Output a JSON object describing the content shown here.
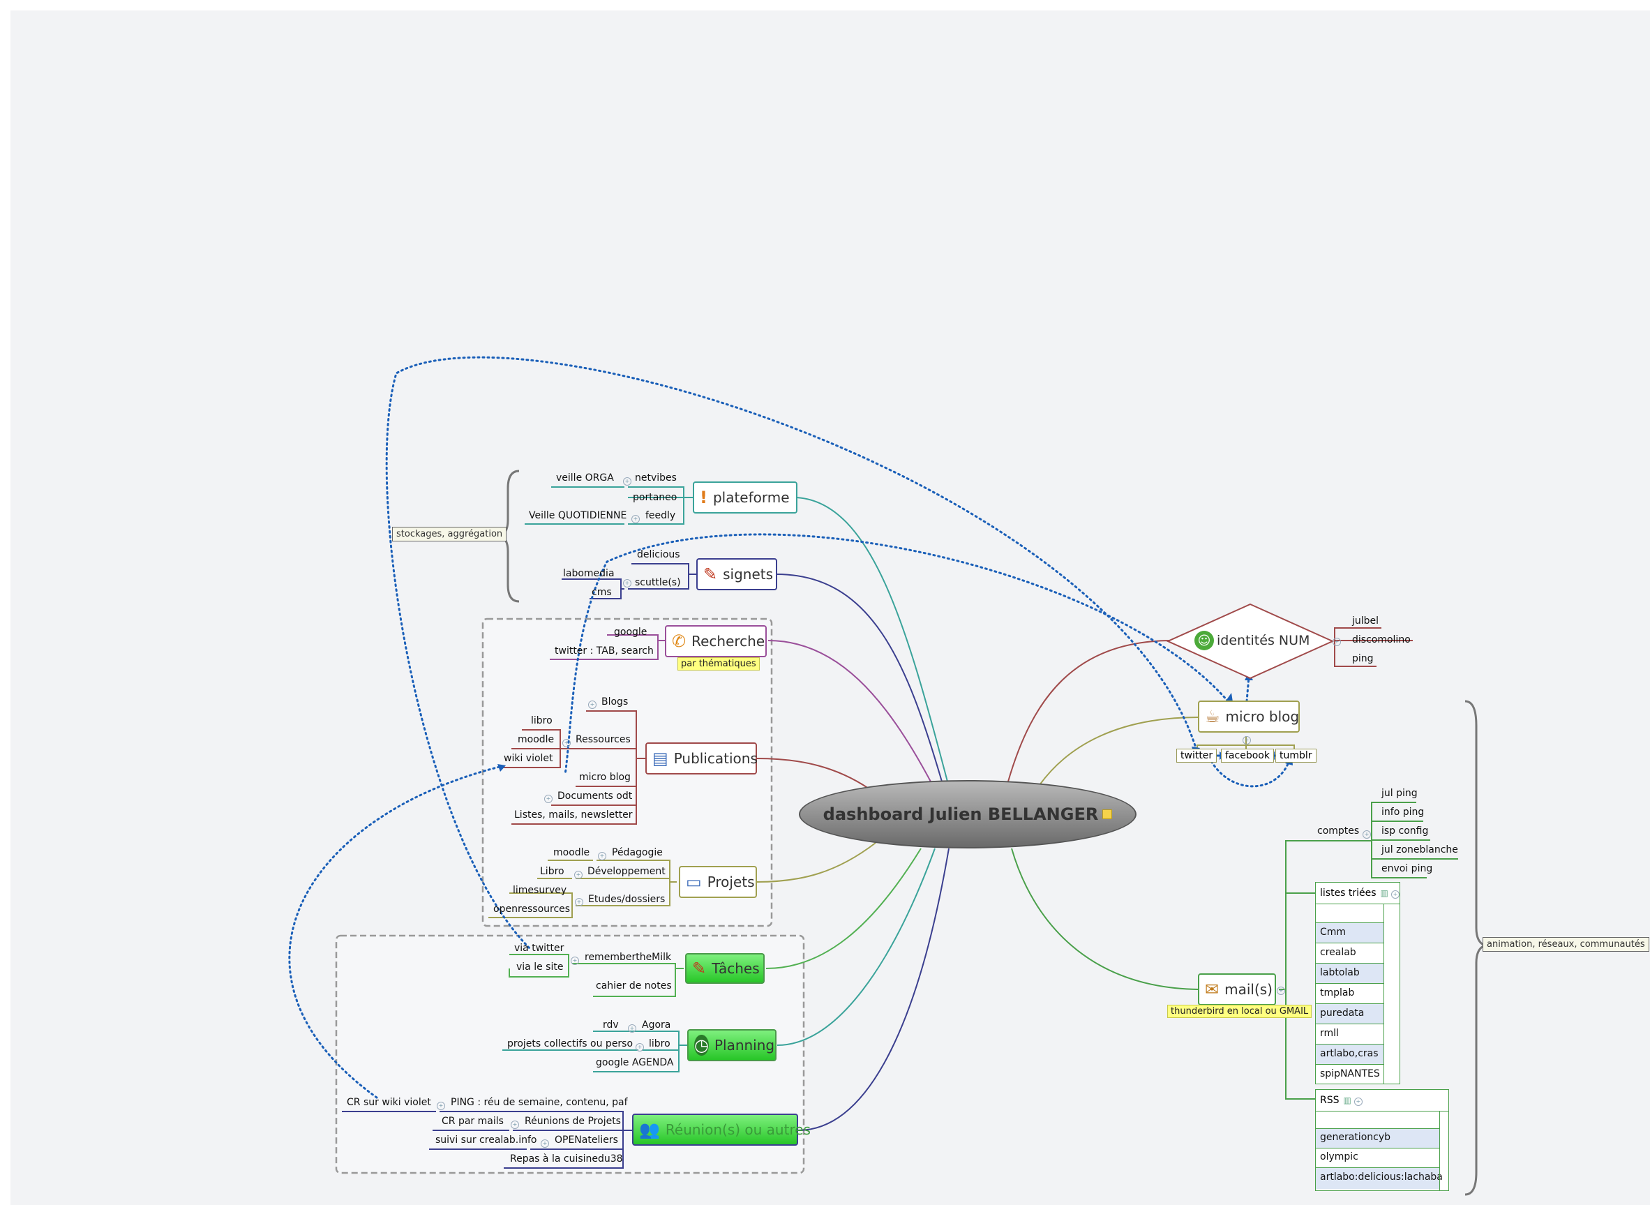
{
  "central": {
    "label": "dashboard Julien BELLANGER"
  },
  "left": {
    "plateforme": {
      "label": "plateforme",
      "children": [
        "veille ORGA",
        "netvibes",
        "portaneo",
        "Veille QUOTIDIENNE",
        "feedly"
      ]
    },
    "signets": {
      "label": "signets",
      "children": [
        "delicious",
        "labomedia",
        "scuttle(s)",
        "cms"
      ]
    },
    "recherche": {
      "label": "Recherche",
      "note": "par thématiques",
      "children": [
        "google",
        "twitter : TAB, search"
      ]
    },
    "publications": {
      "label": "Publications",
      "children": [
        "Blogs",
        "libro",
        "moodle",
        "Ressources",
        "wiki violet",
        "micro blog",
        "Documents odt",
        "Listes, mails, newsletter"
      ]
    },
    "projets": {
      "label": "Projets",
      "children": [
        "moodle",
        "Pédagogie",
        "Libro",
        "Développement",
        "limesurvey",
        "Etudes/dossiers",
        "openressources"
      ]
    },
    "taches": {
      "label": "Tâches",
      "children": [
        "via twitter",
        "via le site",
        "remembertheMilk",
        "cahier de notes"
      ]
    },
    "planning": {
      "label": "Planning",
      "children": [
        "rdv",
        "Agora",
        "projets collectifs ou perso",
        "libro",
        "google AGENDA"
      ]
    },
    "reunions": {
      "label": "Réunion(s) ou autres",
      "children": [
        "CR sur wiki violet",
        "PING : réu de semaine, contenu, paf",
        "CR par mails",
        "Réunions de Projets",
        "suivi sur crealab.info",
        "OPENateliers",
        "Repas à la cuisinedu38"
      ]
    }
  },
  "right": {
    "identites": {
      "label": "identités NUM",
      "children": [
        "julbel",
        "discomolino",
        "ping"
      ]
    },
    "microblog": {
      "label": "micro blog",
      "children": [
        "twitter",
        "facebook",
        "tumblr"
      ]
    },
    "mails": {
      "label": "mail(s)",
      "note": "thunderbird en local ou GMAIL",
      "comptes_label": "comptes",
      "comptes": [
        "jul ping",
        "info ping",
        "isp config",
        "jul zoneblanche",
        "envoi ping"
      ],
      "listes_label": "listes triées",
      "listes": [
        "",
        "Cmm",
        "crealab",
        "labtolab",
        "tmplab",
        "puredata",
        "rmll",
        "artlabo,cras",
        "spipNANTES"
      ],
      "rss_label": "RSS",
      "rss": [
        "",
        "generationcyb",
        "olympic",
        "artlabo:delicious:lachaba"
      ]
    }
  },
  "callouts": {
    "stockages": "stockages, aggrégation",
    "animation": "animation, réseaux, communautés"
  },
  "colors": {
    "plateforme": "#3aa39a",
    "signets": "#3b3f8f",
    "recherche": "#9a4f9a",
    "publications": "#a04a4a",
    "projets": "#a0a050",
    "taches": "#52b052",
    "planning": "#3aa39a",
    "reunions": "#3b3f8f",
    "identites": "#a04a4a",
    "microblog": "#a0a050",
    "mails": "#4aa04a",
    "link": "#1a5fb8"
  }
}
